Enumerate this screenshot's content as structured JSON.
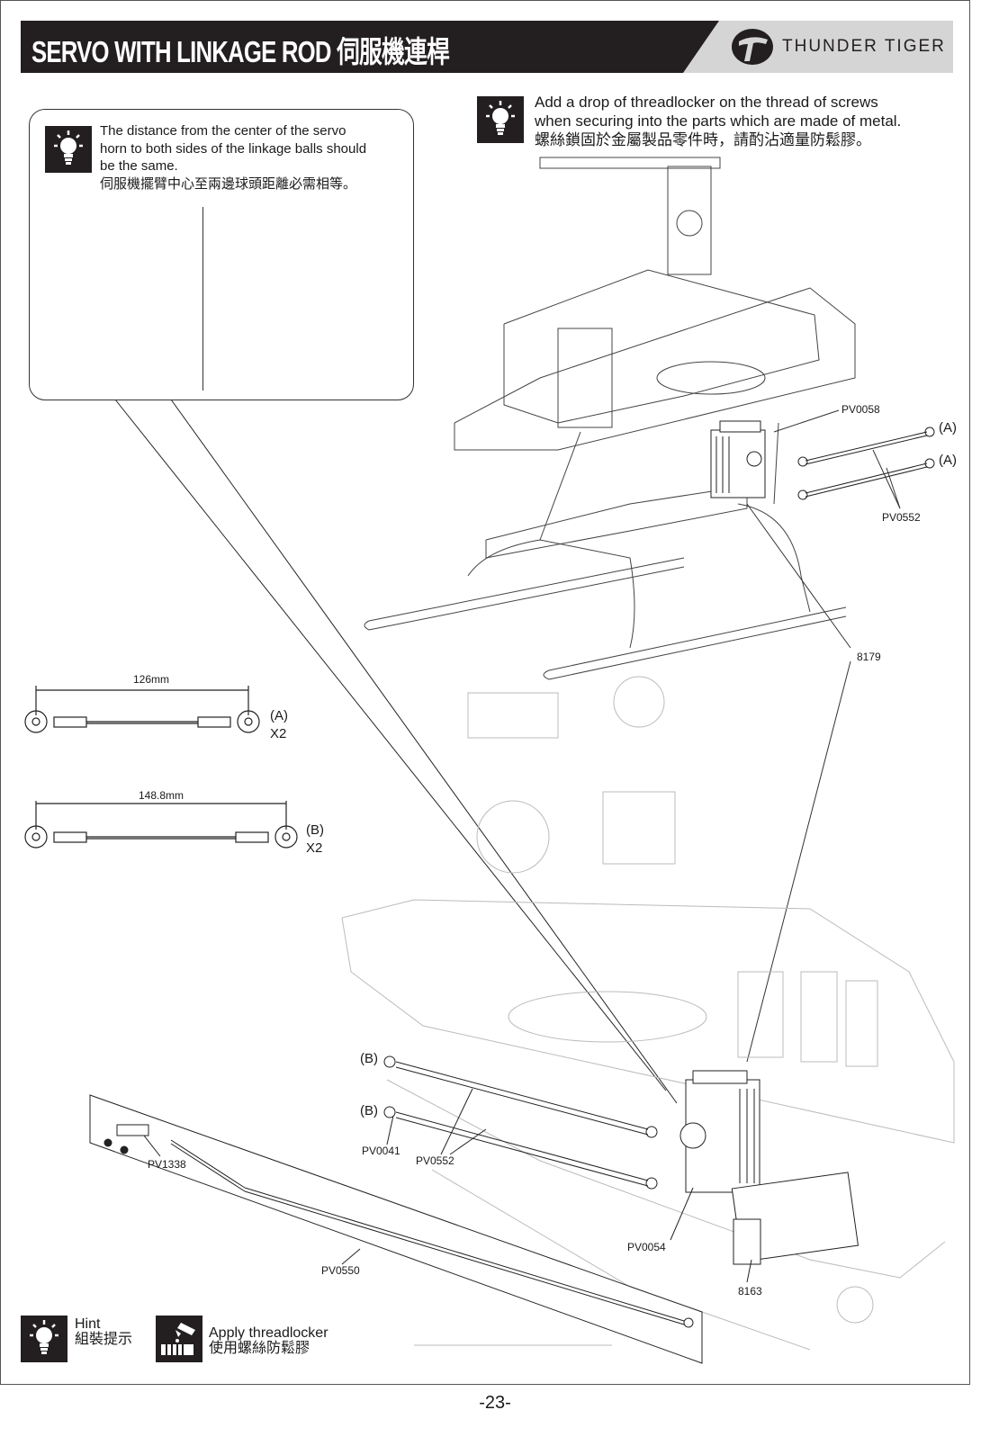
{
  "header": {
    "title": "SERVO WITH LINKAGE ROD  伺服機連桿",
    "brand": "THUNDER TIGER",
    "logo_icon": "thunder-tiger-logo-icon"
  },
  "tip": {
    "icon": "lightbulb-icon",
    "line1": "The distance from the center of the servo",
    "line2": "horn to both sides of the linkage balls should",
    "line3": "be the same.",
    "line4": "伺服機擺臂中心至兩邊球頭距離必需相等。"
  },
  "note": {
    "icon": "lightbulb-icon",
    "line1": "Add a drop of threadlocker on the thread of screws",
    "line2": "when securing into the parts which are made of metal.",
    "line3": "螺絲鎖固於金屬製品零件時，請酌沾適量防鬆膠。"
  },
  "rods": [
    {
      "length": "126mm",
      "tag": "(A)",
      "qty": "X2"
    },
    {
      "length": "148.8mm",
      "tag": "(B)",
      "qty": "X2"
    }
  ],
  "part_labels": {
    "pv0058": "PV0058",
    "pv0552_top": "PV0552",
    "a1": "(A)",
    "a2": "(A)",
    "p8179": "8179",
    "b1": "(B)",
    "b2": "(B)",
    "pv0041": "PV0041",
    "pv0552_bottom": "PV0552",
    "pv1338": "PV1338",
    "pv0550": "PV0550",
    "pv0054": "PV0054",
    "p8163": "8163"
  },
  "legend": {
    "hint_en": "Hint",
    "hint_zh": "組裝提示",
    "thread_en": "Apply threadlocker",
    "thread_zh": "使用螺絲防鬆膠"
  },
  "page_number": "-23-"
}
